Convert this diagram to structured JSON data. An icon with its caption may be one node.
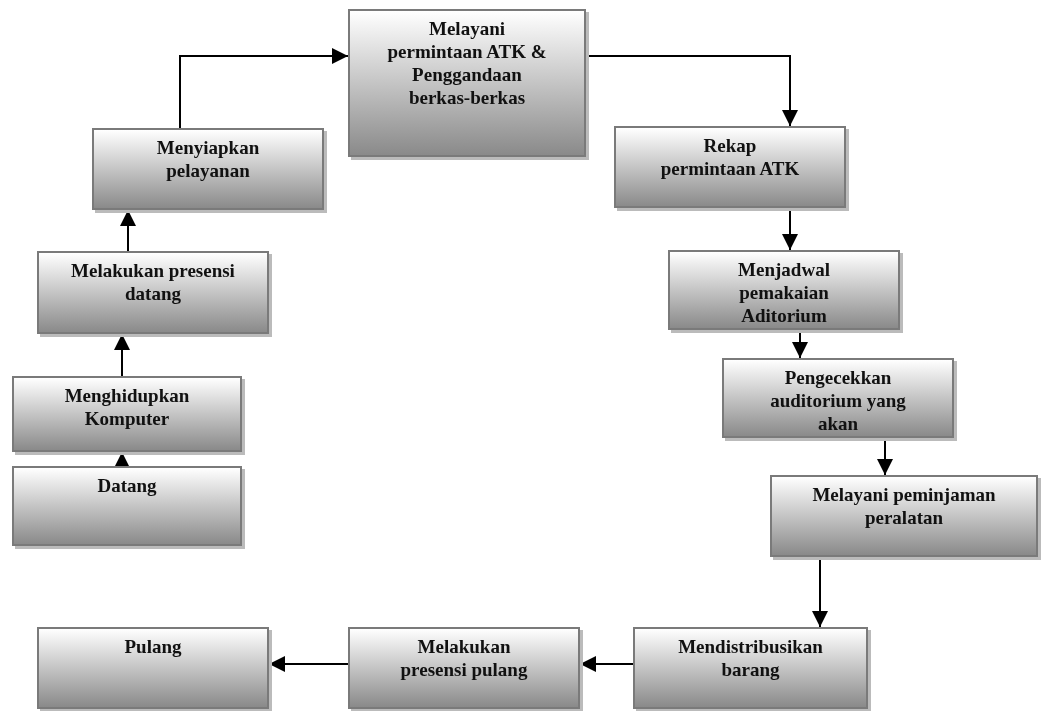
{
  "diagram": {
    "nodes": [
      {
        "text": [
          "Datang"
        ]
      },
      {
        "text": [
          "Menghidupkan Komputer"
        ]
      },
      {
        "text": [
          "Melakukan presensi datang"
        ]
      },
      {
        "text": [
          "Menyiapkan pelayanan"
        ]
      },
      {
        "text": [
          "Melayani permintaan ATK & Penggandaan berkas-berkas"
        ]
      },
      {
        "text": [
          "Rekap permintaan ATK"
        ]
      },
      {
        "text": [
          "Menjadwal pemakaian Aditorium"
        ]
      },
      {
        "text": [
          "Pengecekkan auditorium yang akan"
        ]
      },
      {
        "text": [
          "Melayani peminjaman peralatan"
        ]
      },
      {
        "text": [
          "Mendistribusikan barang"
        ]
      },
      {
        "text": [
          "Melakukan presensi pulang"
        ]
      },
      {
        "text": [
          "Pulang"
        ]
      }
    ],
    "edges": [
      {
        "from": 0,
        "to": 1,
        "arrow": "to"
      },
      {
        "from": 1,
        "to": 2,
        "arrow": "to"
      },
      {
        "from": 2,
        "to": 3,
        "arrow": "to"
      },
      {
        "from": 3,
        "to": 4,
        "arrow": "to"
      },
      {
        "from": 4,
        "to": 5,
        "arrow": "to"
      },
      {
        "from": 5,
        "to": 6,
        "arrow": "to"
      },
      {
        "from": 6,
        "to": 7,
        "arrow": "to"
      },
      {
        "from": 7,
        "to": 8,
        "arrow": "to"
      },
      {
        "from": 8,
        "to": 9,
        "arrow": "to"
      },
      {
        "from": 9,
        "to": 10,
        "arrow": "to"
      },
      {
        "from": 10,
        "to": 11,
        "arrow": "to"
      }
    ]
  }
}
